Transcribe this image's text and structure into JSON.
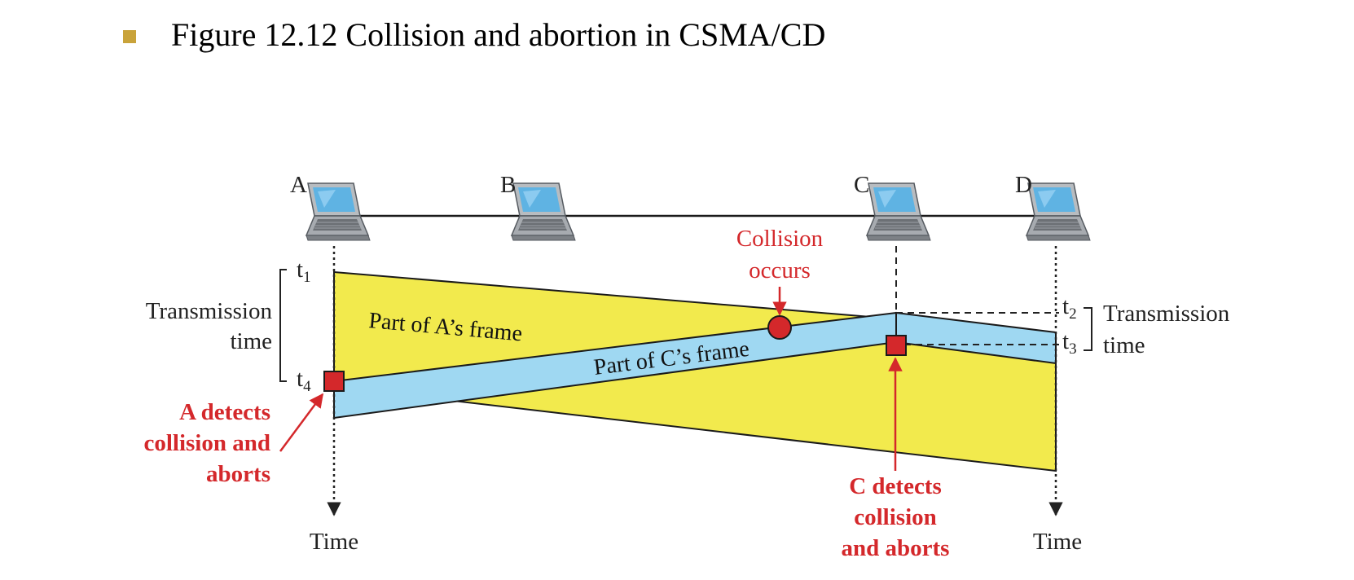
{
  "header": {
    "bullet_color": "#c9a33a",
    "title": "Figure 12.12  Collision and abortion in CSMA/CD"
  },
  "stations": [
    "A",
    "B",
    "C",
    "D"
  ],
  "labels": {
    "transmission_time_left": [
      "Transmission",
      "time"
    ],
    "transmission_time_right": [
      "Transmission",
      "time"
    ],
    "t1": "t",
    "t1_sub": "1",
    "t2": "t",
    "t2_sub": "2",
    "t3": "t",
    "t3_sub": "3",
    "t4": "t",
    "t4_sub": "4",
    "frame_a": "Part of A’s frame",
    "frame_c": "Part of C’s frame",
    "collision": [
      "Collision",
      "occurs"
    ],
    "a_detects": [
      "A detects",
      "collision and",
      "aborts"
    ],
    "c_detects": [
      "C detects",
      "collision",
      "and aborts"
    ],
    "time_left": "Time",
    "time_right": "Time"
  },
  "colors": {
    "frame_a": "#f2ea4d",
    "frame_c": "#9fd8f2",
    "event": "#d4282b"
  },
  "icons": [
    "laptop-icon",
    "collision-circle-icon",
    "detect-square-icon"
  ]
}
